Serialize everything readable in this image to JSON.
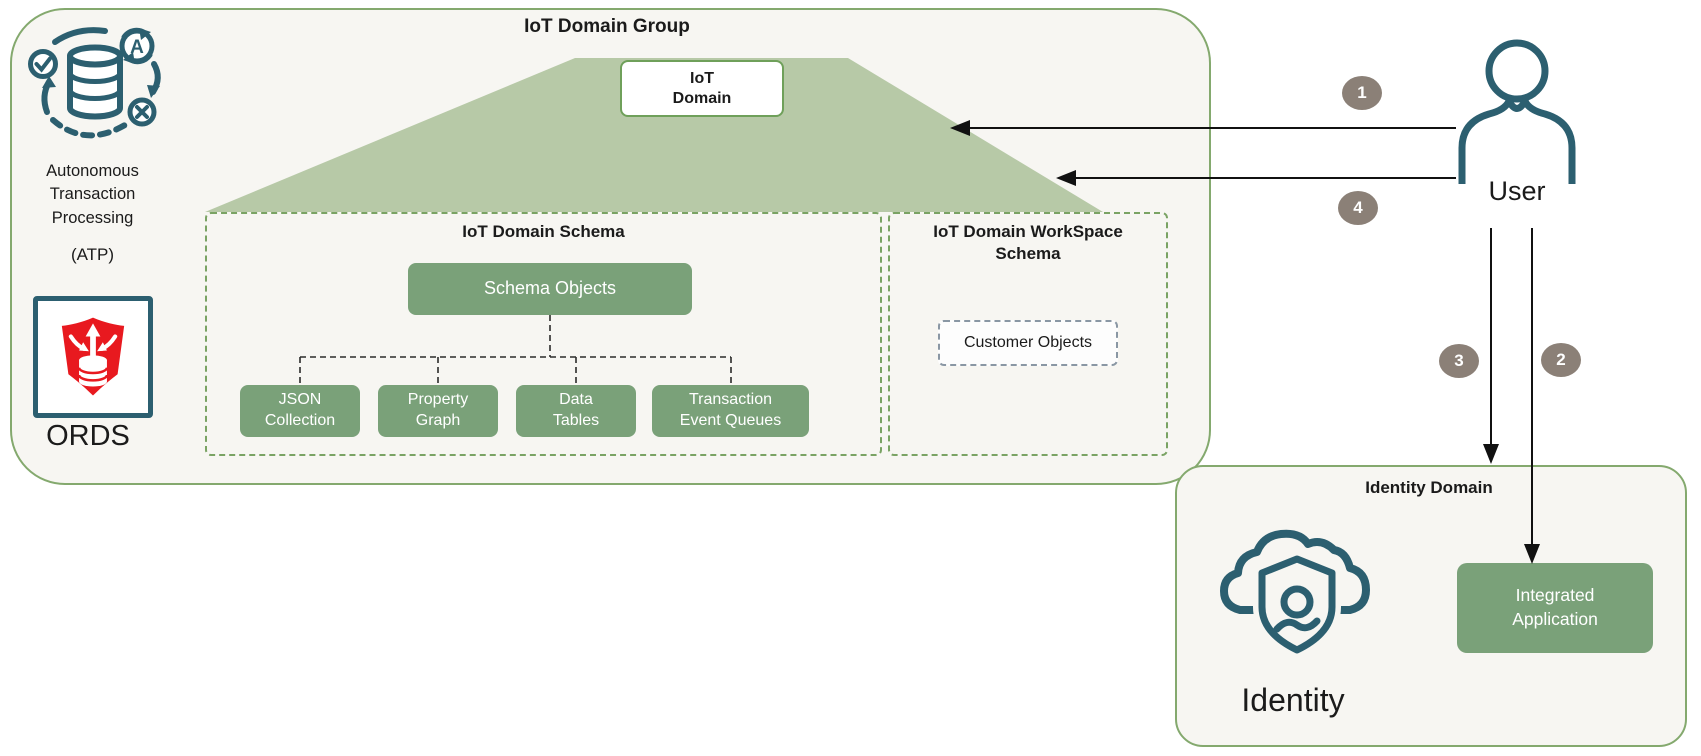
{
  "diagram": {
    "iot_domain_group": {
      "title": "IoT Domain Group",
      "iot_domain_label": "IoT Domain",
      "atp": {
        "name": "Autonomous Transaction Processing",
        "abbr": "(ATP)"
      },
      "ords": {
        "label": "ORDS"
      },
      "domain_schema": {
        "title": "IoT Domain Schema",
        "root": "Schema Objects",
        "children": [
          "JSON Collection",
          "Property Graph",
          "Data Tables",
          "Transaction Event Queues"
        ]
      },
      "workspace_schema": {
        "title": "IoT Domain WorkSpace Schema",
        "object": "Customer Objects"
      }
    },
    "identity_domain": {
      "title": "Identity Domain",
      "identity_label": "Identity",
      "integrated_app": "Integrated Application"
    },
    "user": {
      "label": "User"
    },
    "steps": [
      {
        "n": "1"
      },
      {
        "n": "2"
      },
      {
        "n": "3"
      },
      {
        "n": "4"
      }
    ],
    "colors": {
      "container_border": "#84a96e",
      "container_bg": "#f7f6f2",
      "node_green": "#7aa179",
      "trapezoid_green": "#b7c9a7",
      "icon_teal": "#2c5f70",
      "ords_red": "#e8191f",
      "step_circle": "#8b8077"
    }
  }
}
